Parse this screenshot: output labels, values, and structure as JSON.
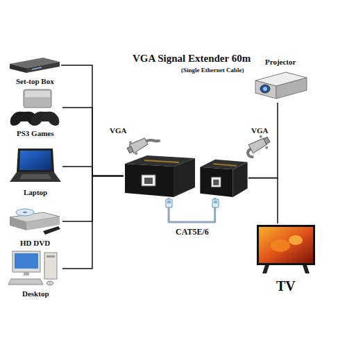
{
  "diagram": {
    "title": "VGA Signal Extender 60m",
    "nodes": [
      {
        "text": [
          "Set-top Box"
        ]
      },
      {
        "text": [
          "PS3 Games"
        ]
      },
      {
        "text": [
          "Laptop"
        ]
      },
      {
        "text": [
          "HD DVD"
        ]
      },
      {
        "text": [
          "Desktop"
        ]
      },
      {
        "text": [
          "VGA"
        ]
      },
      {
        "text": [
          "VGA"
        ]
      },
      {
        "text": [
          "Projector"
        ]
      },
      {
        "text": [
          "TV"
        ]
      }
    ],
    "edges": [
      {
        "from": 0,
        "to": 5,
        "arrow": "none"
      },
      {
        "from": 1,
        "to": 5,
        "arrow": "none"
      },
      {
        "from": 2,
        "to": 5,
        "arrow": "none"
      },
      {
        "from": 3,
        "to": 5,
        "arrow": "none"
      },
      {
        "from": 4,
        "to": 5,
        "arrow": "none"
      },
      {
        "from": 5,
        "to": 6,
        "label": "CAT5E/6",
        "arrow": "none"
      },
      {
        "from": 6,
        "to": 7,
        "arrow": "none"
      },
      {
        "from": 6,
        "to": 8,
        "arrow": "none"
      }
    ],
    "labels": [
      "(Single Ethernet Cable)"
    ]
  }
}
